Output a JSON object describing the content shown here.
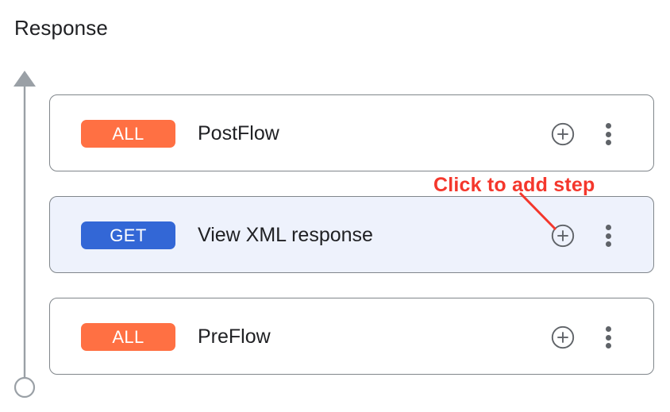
{
  "page": {
    "title": "Response"
  },
  "colors": {
    "badge_all": "#ff7043",
    "badge_get": "#3367d6",
    "selected_row_bg": "#eef2fc",
    "card_border": "#80868b",
    "icon_gray": "#5f6368",
    "rail_gray": "#9aa0a6",
    "annotation_red": "#f4372c",
    "text_primary": "#202124"
  },
  "flow": {
    "rail_icon": "upward-arrow-rail",
    "endpoint_icon": "circle-endpoint"
  },
  "steps": [
    {
      "verb": "ALL",
      "verb_type": "all",
      "label": "PostFlow",
      "selected": false,
      "add_icon": "plus-circle-icon",
      "more_icon": "more-vertical-icon"
    },
    {
      "verb": "GET",
      "verb_type": "get",
      "label": "View XML response",
      "selected": true,
      "add_icon": "plus-circle-icon",
      "more_icon": "more-vertical-icon"
    },
    {
      "verb": "ALL",
      "verb_type": "all",
      "label": "PreFlow",
      "selected": false,
      "add_icon": "plus-circle-icon",
      "more_icon": "more-vertical-icon"
    }
  ],
  "annotation": {
    "text": "Click to add step",
    "arrow_icon": "annotation-pointer-line"
  }
}
